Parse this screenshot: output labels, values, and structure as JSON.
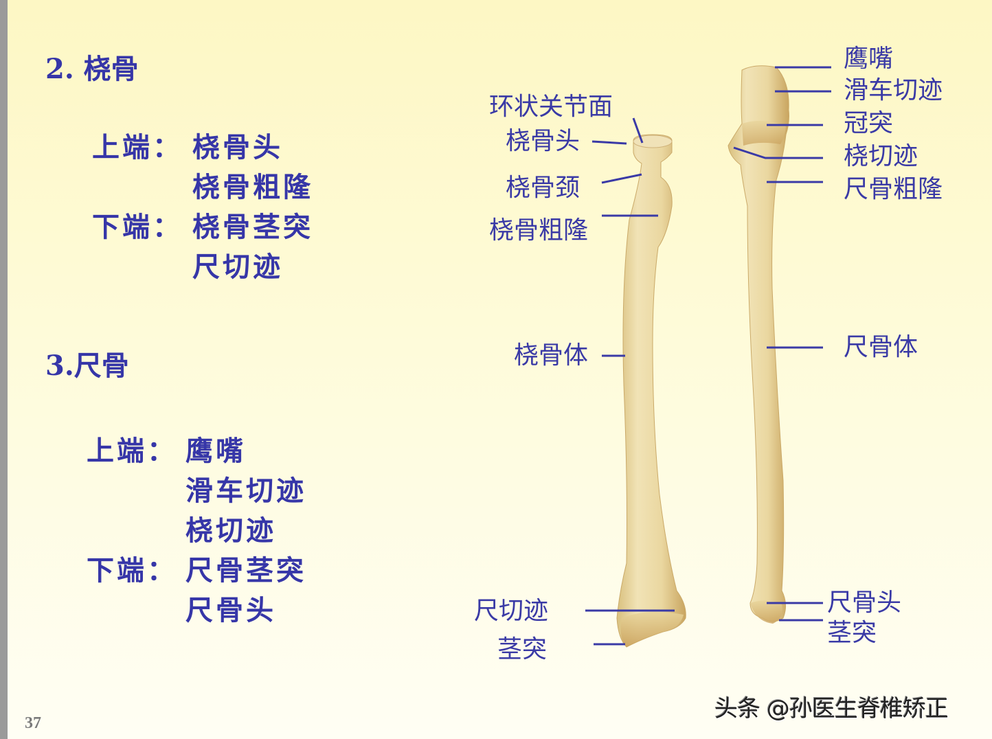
{
  "slide": {
    "page_number": "37",
    "watermark": "头条 @孙医生脊椎矫正",
    "colors": {
      "text": "#3636a8",
      "background_top": "#fdf7c4",
      "background_bottom": "#fffef4",
      "bone": "#ecdba6",
      "leader_line": "#3a3aa6"
    }
  },
  "radius_section": {
    "title": "2.  桡骨",
    "upper_end_label": "上端：",
    "upper_end_items": [
      "桡骨头",
      "桡骨粗隆"
    ],
    "lower_end_label": "下端：",
    "lower_end_items": [
      "桡骨茎突",
      "尺切迹"
    ]
  },
  "ulna_section": {
    "title": "3.尺骨",
    "upper_end_label": "上端：",
    "upper_end_items": [
      "鹰嘴",
      "滑车切迹",
      "桡切迹"
    ],
    "lower_end_label": "下端：",
    "lower_end_items": [
      "尺骨茎突",
      "尺骨头"
    ]
  },
  "figure": {
    "radius_labels": {
      "articular_circumference": "环状关节面",
      "head": "桡骨头",
      "neck": "桡骨颈",
      "tuberosity": "桡骨粗隆",
      "body": "桡骨体",
      "ulnar_notch": "尺切迹",
      "styloid": "茎突"
    },
    "ulna_labels": {
      "olecranon": "鹰嘴",
      "trochlear_notch": "滑车切迹",
      "coronoid": "冠突",
      "radial_notch": "桡切迹",
      "tuberosity": "尺骨粗隆",
      "body": "尺骨体",
      "head": "尺骨头",
      "styloid": "茎突"
    }
  }
}
